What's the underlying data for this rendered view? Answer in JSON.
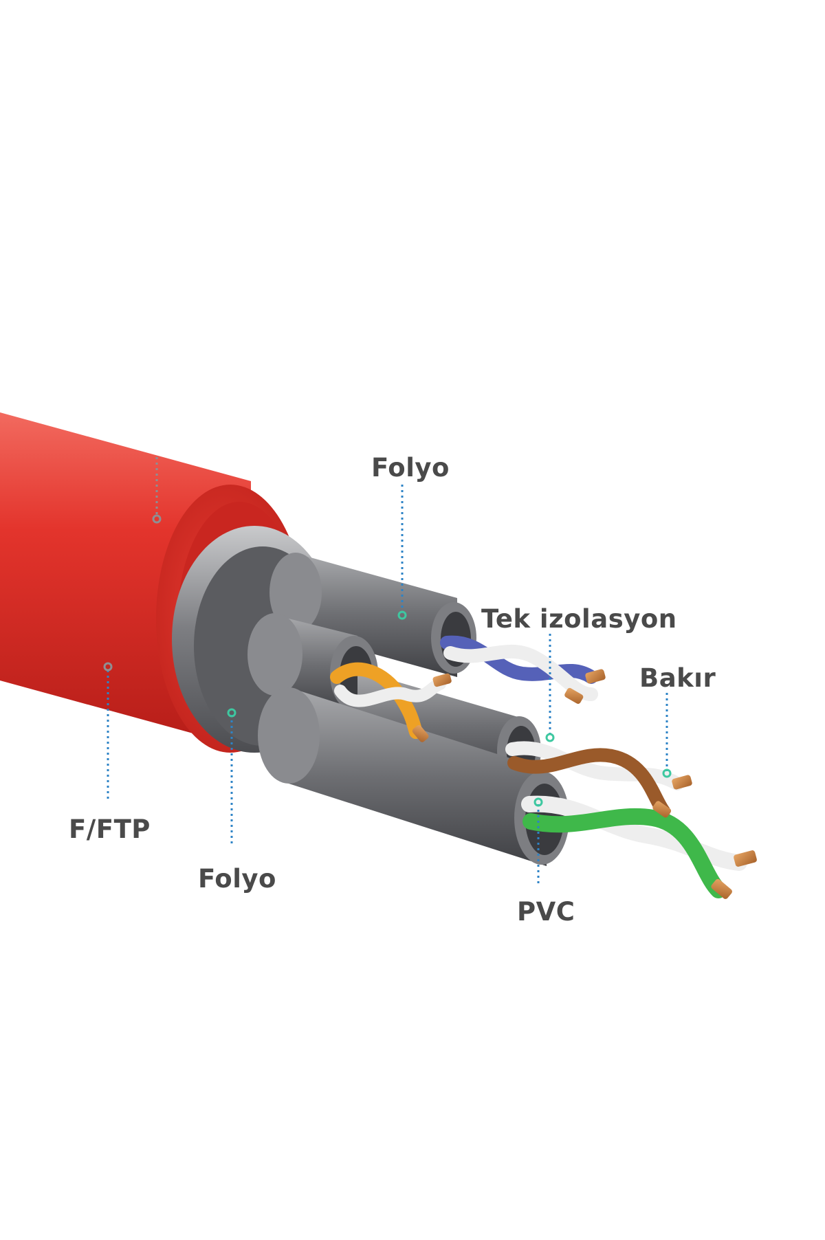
{
  "labels": {
    "folyo_top": "Folyo",
    "tek_izolasyon": "Tek izolasyon",
    "bakir": "Bakır",
    "fftp": "F/FTP",
    "folyo_bottom": "Folyo",
    "pvc": "PVC"
  },
  "colors": {
    "background": "#ffffff",
    "label_text": "#4a4a4a",
    "leader_line": "#2d83c6",
    "leader_dot": "#3ec8a0",
    "jacket": "#e3302a",
    "foil": "#8e8f93",
    "copper": "#c8833e",
    "pair_blue": "#5561b8",
    "pair_orange": "#eea125",
    "pair_brown": "#9a5a2a",
    "pair_green": "#3fb84a",
    "pair_white": "#eeeeee"
  },
  "icons": [
    "cat-cable-cross-section-illustration"
  ]
}
